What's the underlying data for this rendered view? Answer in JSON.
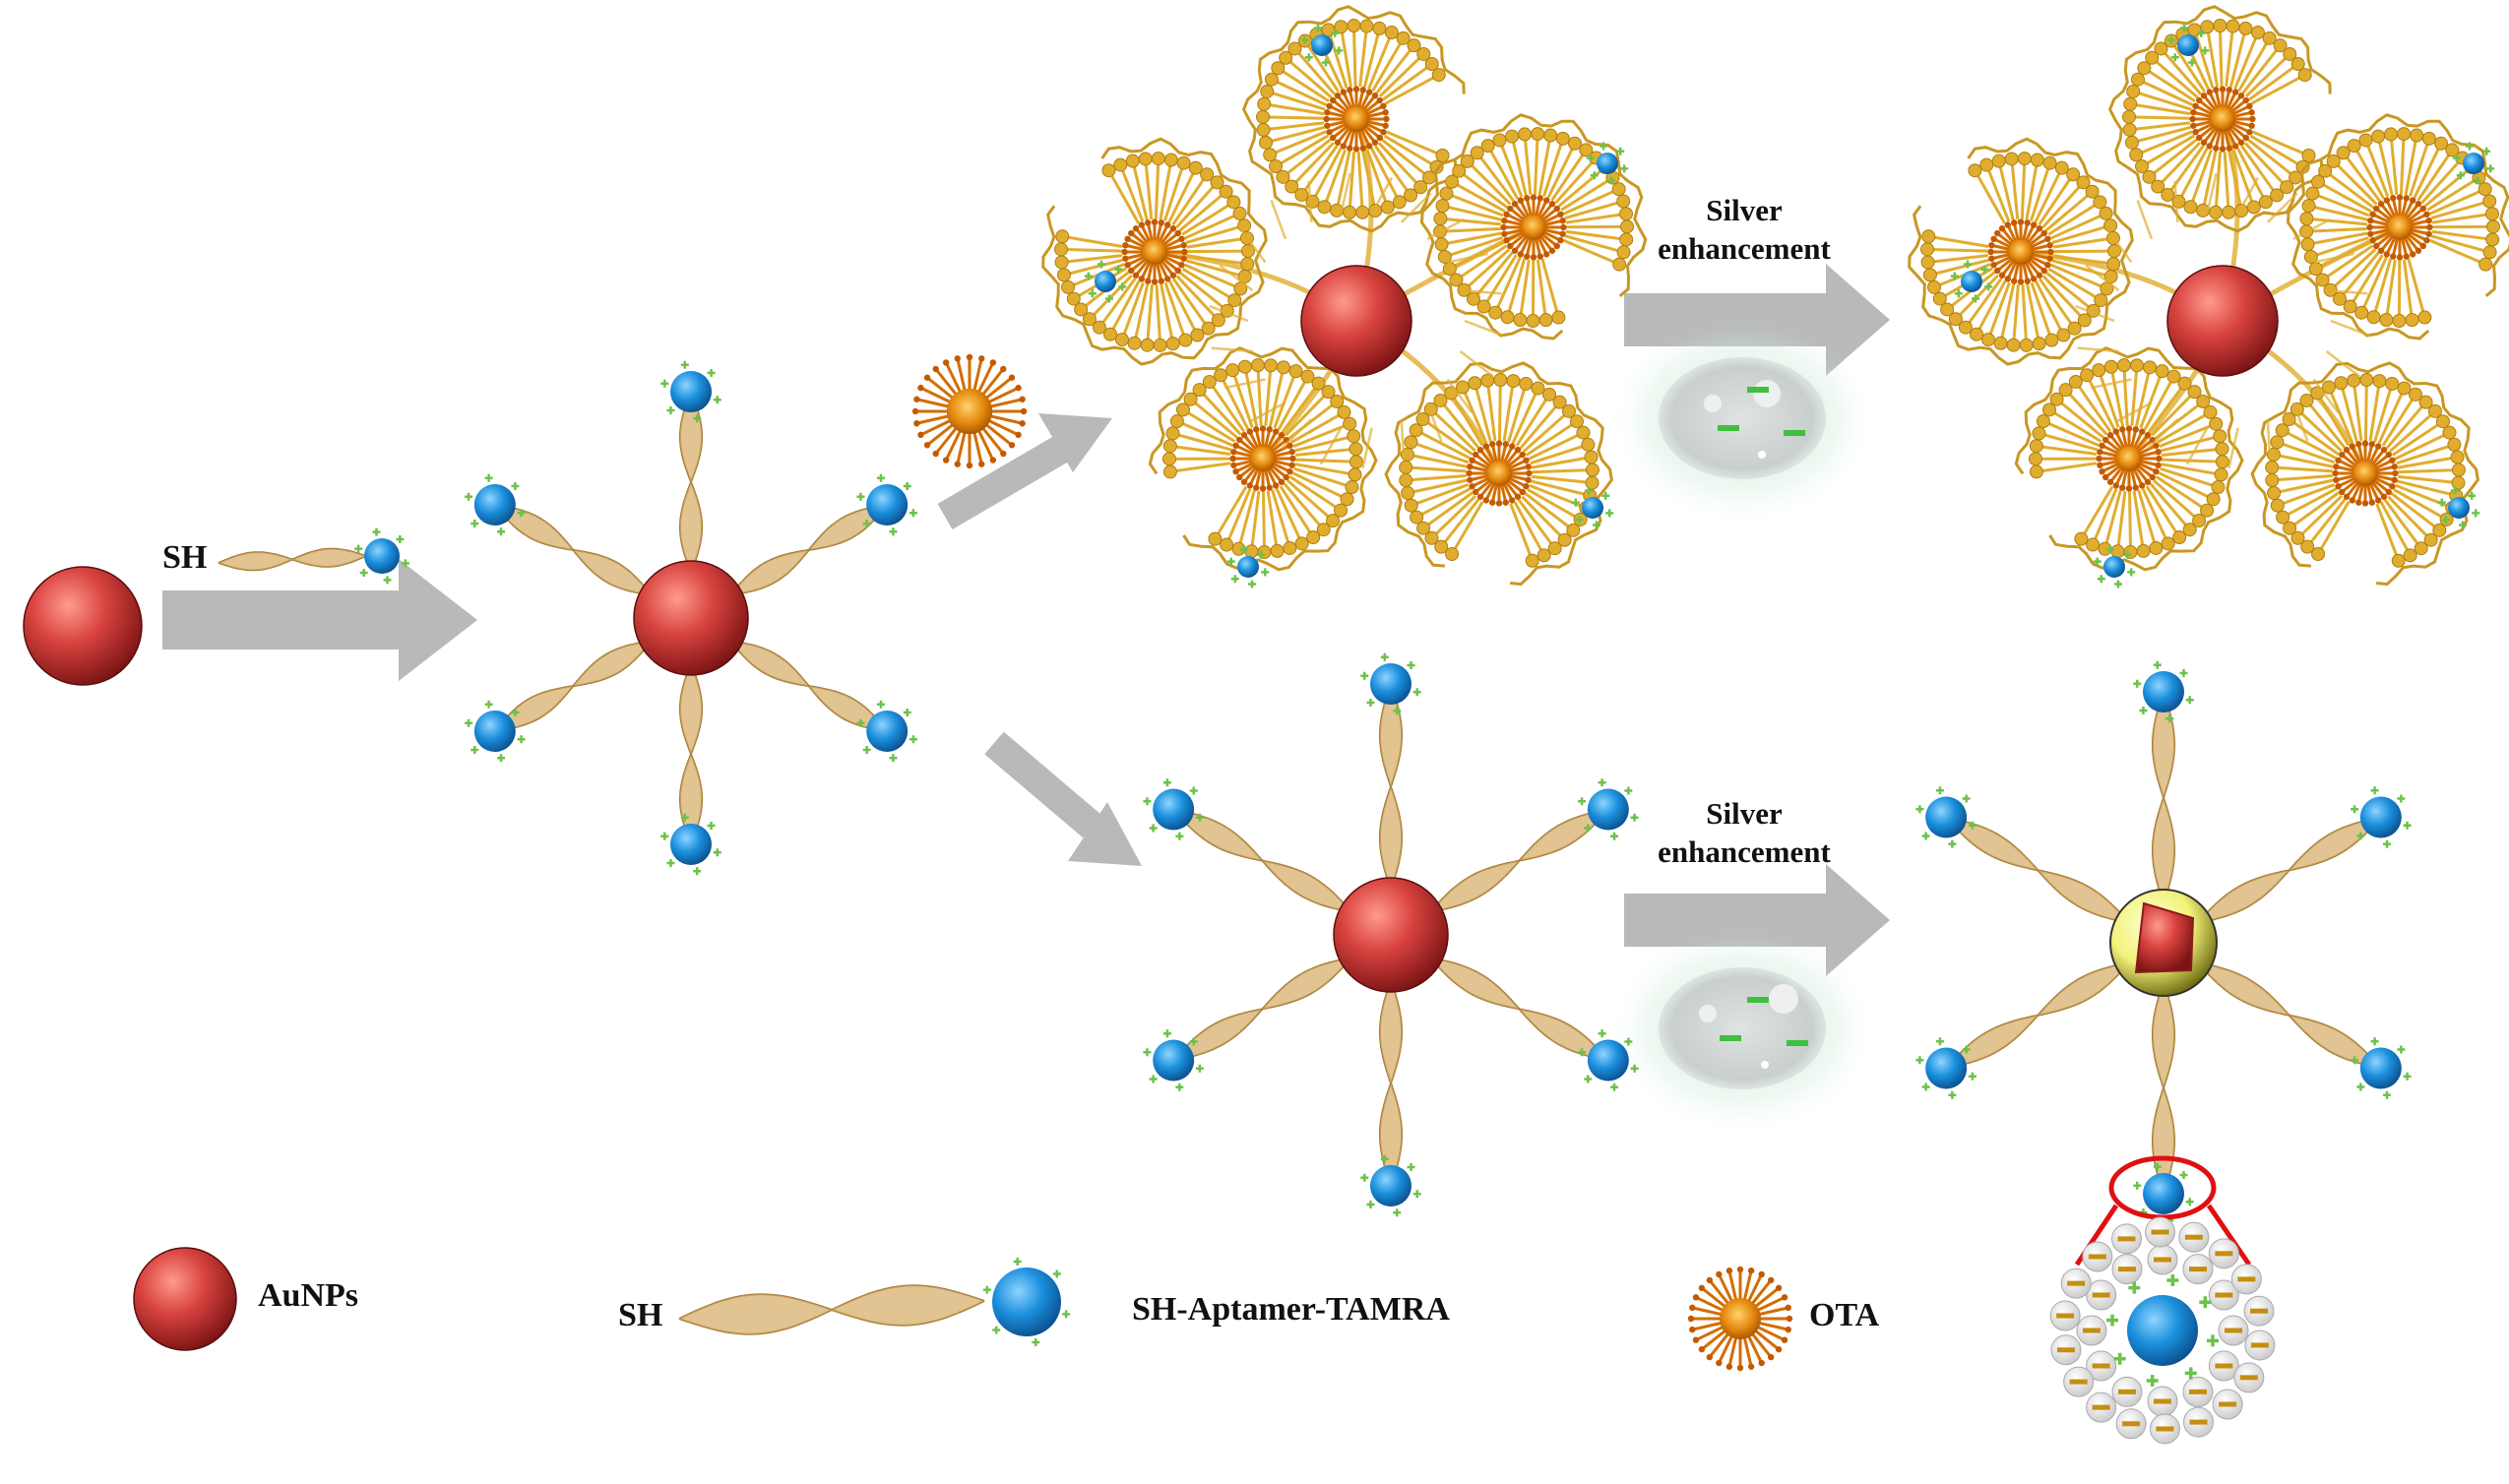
{
  "colors": {
    "gold_core": "#d9433f",
    "gold_core_dark": "#7a1414",
    "aptamer_strand": "#d7b06e",
    "aptamer_dark": "#a47a34",
    "tamra_blue": "#1a8fdc",
    "charge_green": "#6cc24a",
    "ota_orange": "#e68a10",
    "dna_gold": "#e0ad2e",
    "arrow_grey": "#b9b9b9",
    "silver_shell": "#f2f27a",
    "silver_blob": "#dfe3e2"
  },
  "labels": {
    "sh_top": "SH",
    "silver_top_line1": "Silver",
    "silver_top_line2": "enhancement",
    "silver_bottom_line1": "Silver",
    "silver_bottom_line2": "enhancement",
    "legend_aunps": "AuNPs",
    "legend_sh": "SH",
    "legend_aptamer": "SH-Aptamer-TAMRA",
    "legend_ota": "OTA"
  },
  "icons": {
    "aunp": "red-sphere-icon",
    "aptamer": "twisted-strand-icon",
    "tamra": "blue-fluorophore-icon",
    "ota": "orange-starburst-icon",
    "silver": "silver-ion-cloud-icon",
    "core_shell": "au-ag-core-shell-icon"
  }
}
